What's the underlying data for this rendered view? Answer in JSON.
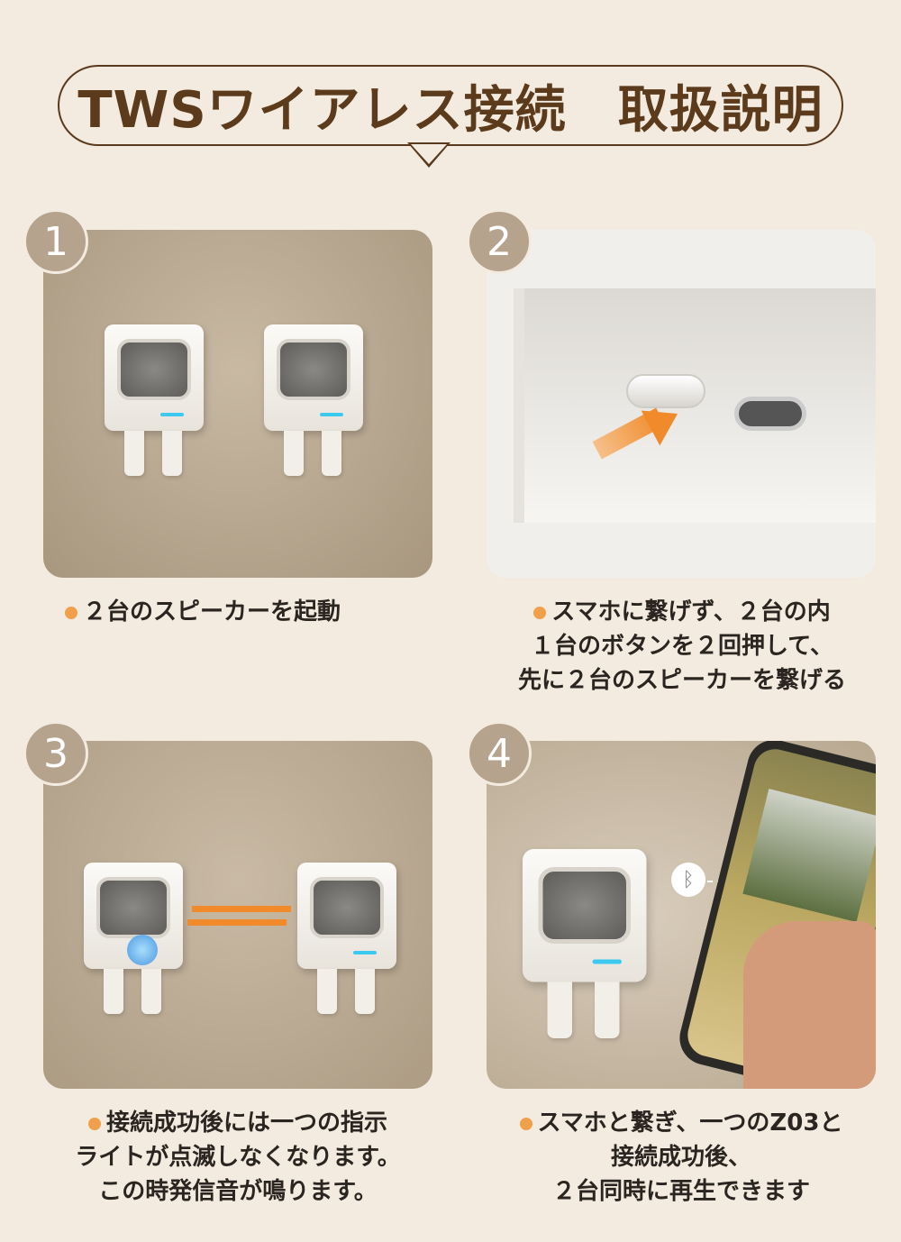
{
  "header": {
    "title": "TWSワイアレス接続　取扱説明"
  },
  "colors": {
    "title_brown": "#5c3b1c",
    "bullet_orange": "#f0a04b",
    "step_badge": "#b6a38d",
    "arrow_orange": "#f08a2a",
    "led_blue": "#3cc9f0"
  },
  "steps": [
    {
      "number": "1",
      "lines": [
        "２台のスピーカーを起動"
      ]
    },
    {
      "number": "2",
      "lines": [
        "スマホに繋げず、２台の内",
        "１台のボタンを２回押して、",
        "先に２台のスピーカーを繋げる"
      ]
    },
    {
      "number": "3",
      "lines": [
        "接続成功後には一つの指示",
        "ライトが点滅しなくなります。",
        "この時発信音が鳴ります。"
      ]
    },
    {
      "number": "4",
      "lines": [
        "スマホと繋ぎ、一つのZ03と",
        "接続成功後、",
        "２台同時に再生できます"
      ]
    }
  ],
  "icons": {
    "bullet": "orange-dot",
    "step4_link": "bluetooth-icon"
  }
}
